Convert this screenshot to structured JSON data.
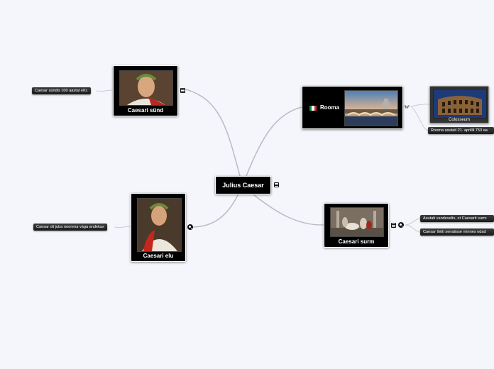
{
  "central": {
    "label": "Julius Caesar"
  },
  "nodes": {
    "birth": {
      "label": "Caesari sünd"
    },
    "life": {
      "label": "Caesari elu"
    },
    "rome": {
      "label": "Rooma"
    },
    "death": {
      "label": "Caesari surm"
    },
    "colosseum": {
      "label": "Colosseum"
    }
  },
  "leaves": {
    "birth_note": "Caesar sündis 100 aastat eKr.",
    "life_note": "Caesar oli juba noorena väga andekas",
    "rome_founded": "Rooma asutati 21. aprillil 753 aa",
    "death_1": "Asutati vandeselts, et Caesarit surm",
    "death_2": "Caesar lööti senatisse minnes odad"
  },
  "icons": {
    "wiki": "W"
  },
  "colors": {
    "node_bg": "#000000",
    "leaf_bg": "#2a2a2a",
    "connector": "#b9bcc4",
    "background": "#f4f6fc",
    "flag_green": "#009246",
    "flag_white": "#ffffff",
    "flag_red": "#ce2b37"
  }
}
